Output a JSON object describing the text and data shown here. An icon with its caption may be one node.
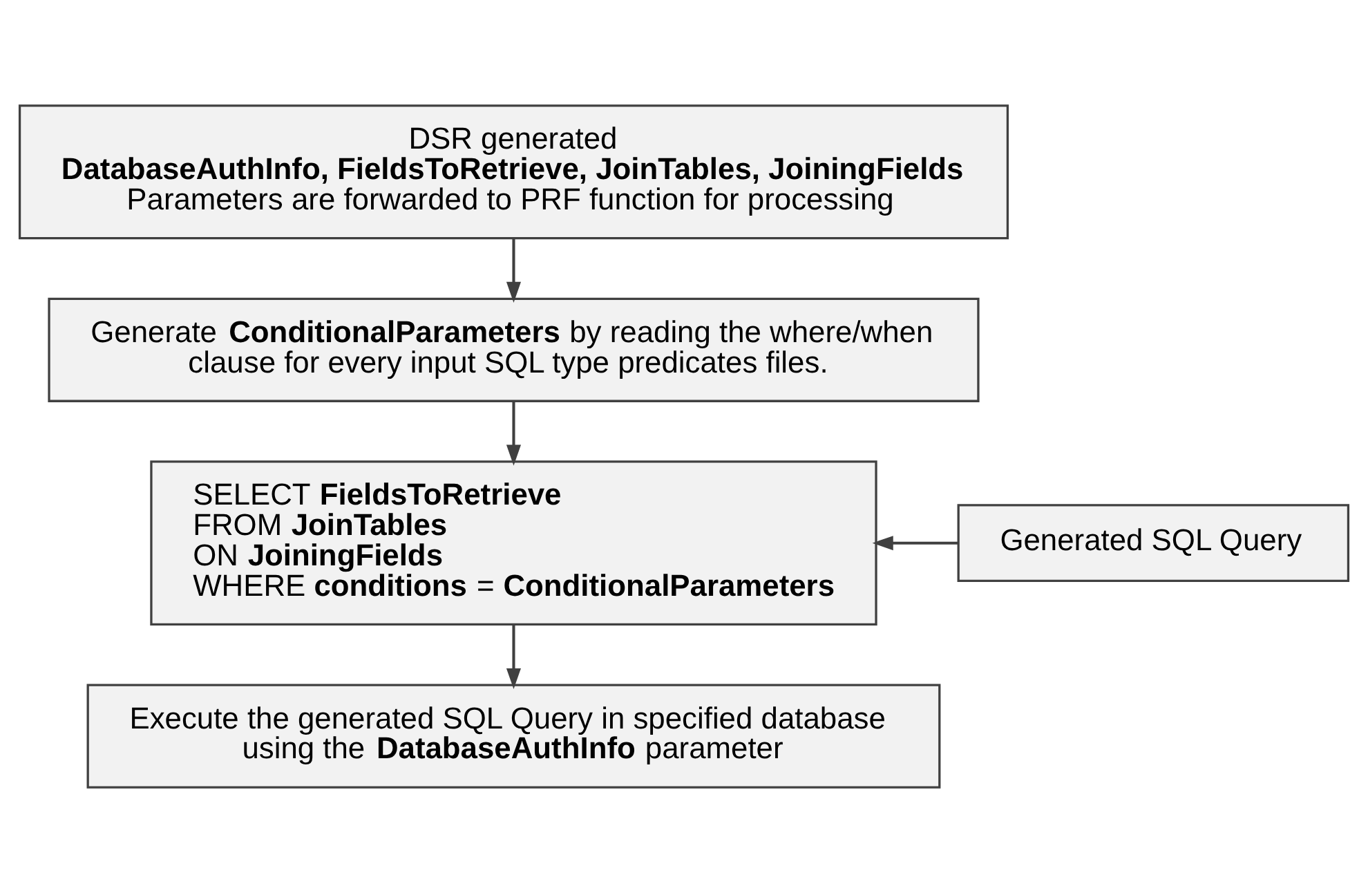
{
  "diagram": {
    "nodes": [
      {
        "text": [
          "DSR generated",
          "**DatabaseAuthInfo, FieldsToRetrieve, JoinTables, JoiningFields**",
          "Parameters are forwarded to PRF function for processing"
        ]
      },
      {
        "text": [
          "Generate **ConditionalParameters** by reading the where/when clause for every input SQL type predicates files."
        ]
      },
      {
        "text": [
          "SELECT **FieldsToRetrieve**",
          "FROM **JoinTables**",
          "ON **JoiningFields**",
          "WHERE **conditions** = **ConditionalParameters**"
        ]
      },
      {
        "text": [
          "Generated SQL Query"
        ]
      },
      {
        "text": [
          "Execute the generated SQL Query in specified database using the **DatabaseAuthInfo** parameter"
        ]
      }
    ],
    "edges": [
      {
        "from": 0,
        "to": 1,
        "arrow": "to"
      },
      {
        "from": 1,
        "to": 2,
        "arrow": "to"
      },
      {
        "from": 3,
        "to": 2,
        "arrow": "to"
      },
      {
        "from": 2,
        "to": 4,
        "arrow": "to"
      }
    ]
  }
}
